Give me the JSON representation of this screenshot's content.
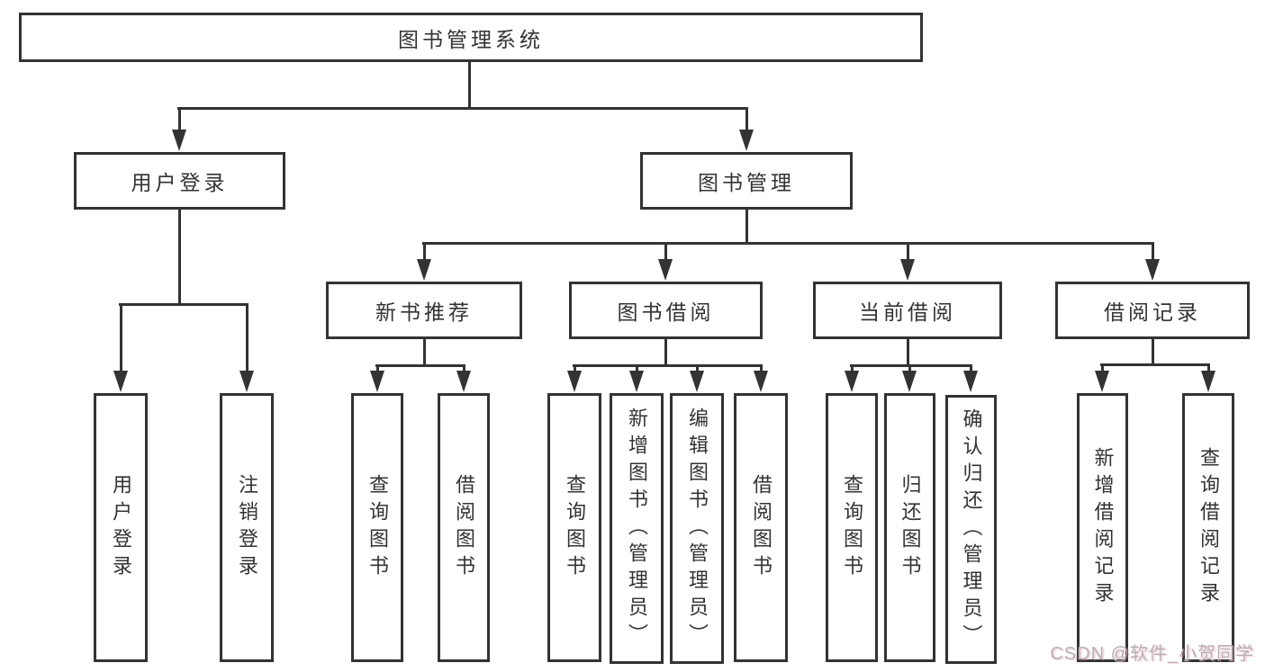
{
  "diagram_title": "图书管理系统",
  "tree": {
    "label": "图书管理系统",
    "children": [
      {
        "label": "用户登录",
        "children": [
          {
            "label": "用户登录"
          },
          {
            "label": "注销登录"
          }
        ]
      },
      {
        "label": "图书管理",
        "children": [
          {
            "label": "新书推荐",
            "children": [
              {
                "label": "查询图书"
              },
              {
                "label": "借阅图书"
              }
            ]
          },
          {
            "label": "图书借阅",
            "children": [
              {
                "label": "查询图书"
              },
              {
                "label": "新增图书（管理员）"
              },
              {
                "label": "编辑图书（管理员）"
              },
              {
                "label": "借阅图书"
              }
            ]
          },
          {
            "label": "当前借阅",
            "children": [
              {
                "label": "查询图书"
              },
              {
                "label": "归还图书"
              },
              {
                "label": "确认归还（管理员）"
              }
            ]
          },
          {
            "label": "借阅记录",
            "children": [
              {
                "label": "新增借阅记录"
              },
              {
                "label": "查询借阅记录"
              }
            ]
          }
        ]
      }
    ]
  },
  "watermark": {
    "text": "CSDN @软件_小贺同学"
  },
  "colors": {
    "line": "#333333",
    "box_border": "#333333",
    "text": "#333333",
    "background": "#ffffff",
    "watermark_text": "#b5b0b1"
  }
}
